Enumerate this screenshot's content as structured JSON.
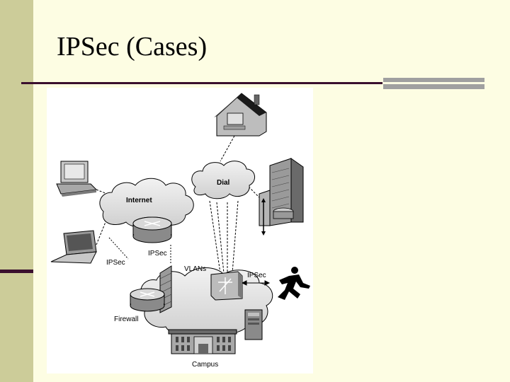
{
  "slide": {
    "title": "IPSec (Cases)"
  },
  "diagram": {
    "labels": {
      "internet": "Internet",
      "dial": "Dial",
      "ipsec_left": "IPSec",
      "ipsec_mid": "IPSec",
      "ipsec_right": "IPSec",
      "vlans": "VLANs",
      "firewall": "Firewall",
      "campus": "Campus"
    }
  },
  "colors": {
    "background": "#fdfde3",
    "sidebar": "#cccc99",
    "rule": "#3a0f2e",
    "accent": "#a0a0a0"
  }
}
